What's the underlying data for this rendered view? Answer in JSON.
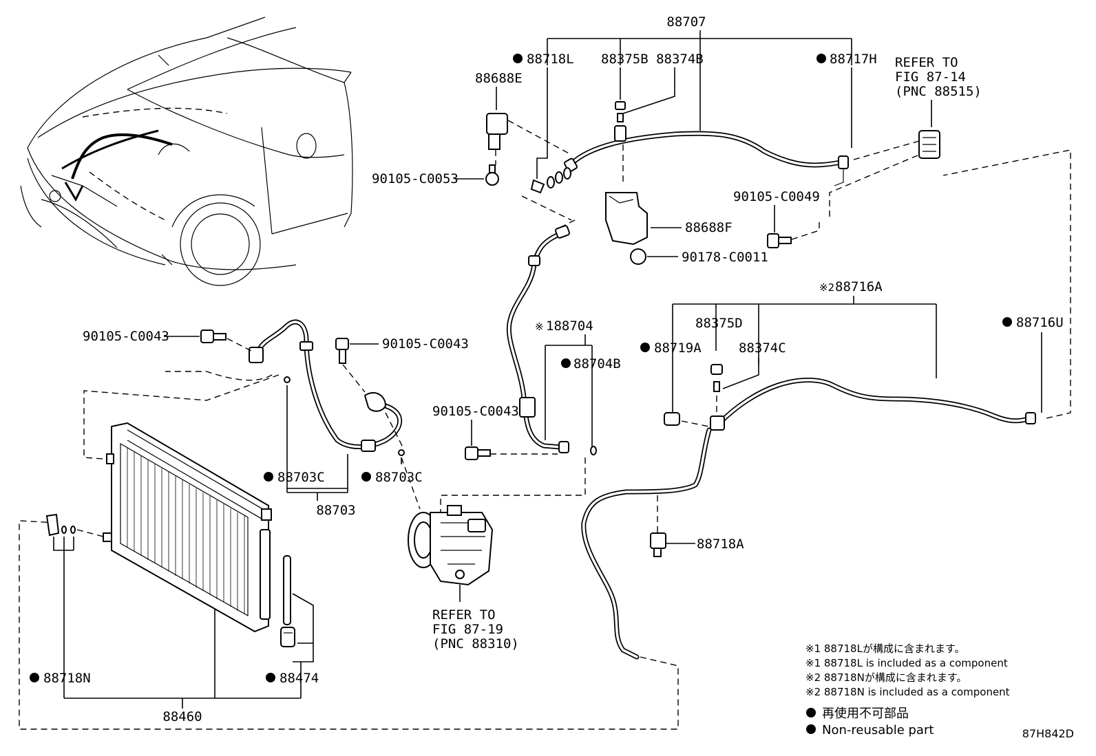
{
  "labels": {
    "l_88707": "88707",
    "l_88718L": "88718L",
    "l_88375B_88374B": "88375B 88374B",
    "l_88717H": "88717H",
    "l_refer1_a": "REFER TO",
    "l_refer1_b": "FIG 87-14",
    "l_refer1_c": "(PNC 88515)",
    "l_88688E": "88688E",
    "l_90105C0053": "90105-C0053",
    "l_90105C0049": "90105-C0049",
    "l_88688F": "88688F",
    "l_90178C0011": "90178-C0011",
    "l_88716A": "88716A",
    "l_88716A_mark": "※2",
    "l_88375D": "88375D",
    "l_88716U": "88716U",
    "l_88719A": "88719A",
    "l_88374C": "88374C",
    "l_88704": "188704",
    "l_88704_mark": "※",
    "l_88704B": "88704B",
    "l_90105C0043_a": "90105-C0043",
    "l_90105C0043_b": "90105-C0043",
    "l_90105C0043_c": "90105-C0043",
    "l_88703C_a": "88703C",
    "l_88703C_b": "88703C",
    "l_88703": "88703",
    "l_88718A": "88718A",
    "l_refer2_a": "REFER TO",
    "l_refer2_b": "FIG 87-19",
    "l_refer2_c": "(PNC 88310)",
    "l_88718N": "88718N",
    "l_88474": "88474",
    "l_88460": "88460"
  },
  "notes": {
    "n1": "※1 88718Lが構成に含まれます。",
    "n2": "※1 88718L  is included as a component",
    "n3": "※2 88718Nが構成に含まれます。",
    "n4": "※2 88718N is included as a component",
    "legend_jp": "再使用不可部品",
    "legend_en": "Non-reusable part"
  },
  "figure_id": "87H842D"
}
